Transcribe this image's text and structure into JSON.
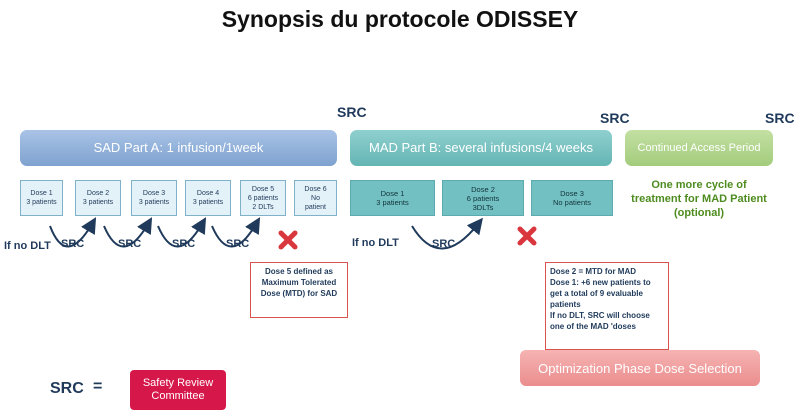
{
  "title": "Synopsis du protocole ODISSEY",
  "src_labels": [
    "SRC",
    "SRC",
    "SRC"
  ],
  "phases": {
    "sad": "SAD Part A: 1 infusion/1week",
    "mad": "MAD Part B: several infusions/4 weeks",
    "continued": "Continued Access Period"
  },
  "sad_doses": [
    {
      "name": "Dose 1",
      "detail": "3 patients",
      "detail2": ""
    },
    {
      "name": "Dose 2",
      "detail": "3 patients",
      "detail2": ""
    },
    {
      "name": "Dose 3",
      "detail": "3 patients",
      "detail2": ""
    },
    {
      "name": "Dose 4",
      "detail": "3 patients",
      "detail2": ""
    },
    {
      "name": "Dose 5",
      "detail": "6 patients",
      "detail2": "2 DLTs"
    },
    {
      "name": "Dose 6",
      "detail": "No",
      "detail2": "patient"
    }
  ],
  "mad_doses": [
    {
      "name": "Dose 1",
      "detail": "3 patients",
      "detail2": ""
    },
    {
      "name": "Dose 2",
      "detail": "6 patients",
      "detail2": "3DLTs"
    },
    {
      "name": "Dose 3",
      "detail": "No patients",
      "detail2": ""
    }
  ],
  "continued_note": "One more cycle of treatment for MAD Patient (optional)",
  "if_no_dlt": "If no DLT",
  "loop_label": "SRC",
  "sad_note": "Dose 5 defined as Maximum Tolerated Dose (MTD) for SAD",
  "mad_note": [
    "Dose 2 = MTD for MAD",
    "Dose 1: +6 new patients to get a total of 9 evaluable patients",
    "If no DLT, SRC will choose one of the MAD 'doses"
  ],
  "optimization": "Optimization Phase Dose Selection",
  "legend": {
    "abbr": "SRC",
    "equals": "=",
    "meaning": "Safety Review Committee"
  },
  "colors": {
    "sad": "#8fb0da",
    "mad": "#74c1c0",
    "continued": "#b4d690",
    "stop": "#d9363e",
    "legend": "#d6174a"
  }
}
